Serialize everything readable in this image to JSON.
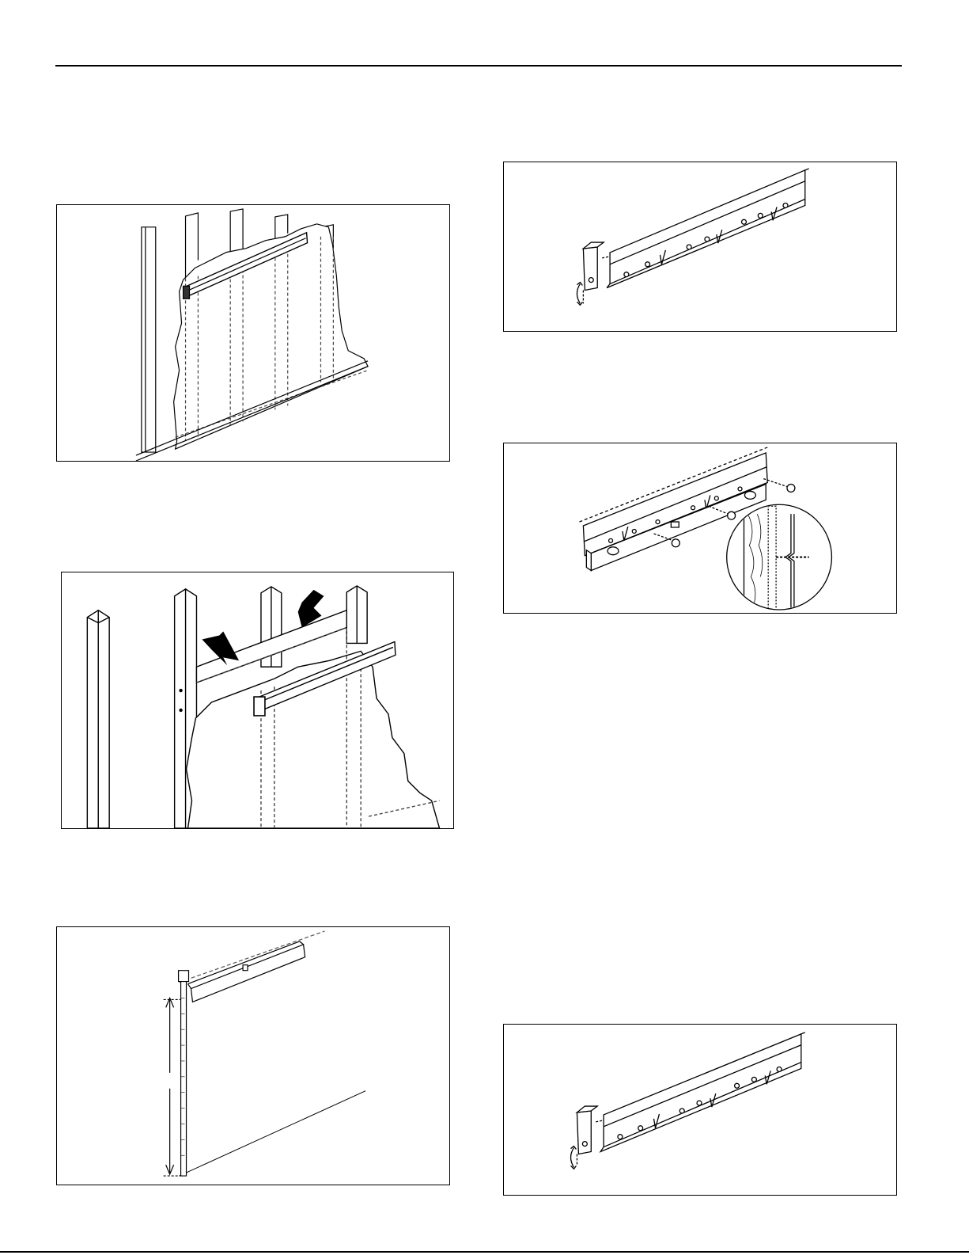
{
  "page": {
    "figures": [
      {
        "id": "fig-studs-rail",
        "icon": "wall-studs-with-mounting-rail"
      },
      {
        "id": "fig-blocking",
        "icon": "wall-blocking-with-arrows-and-rail"
      },
      {
        "id": "fig-height-measure",
        "icon": "level-and-tape-measure-height"
      },
      {
        "id": "fig-rail-bracket-top",
        "icon": "rail-end-bracket-fold"
      },
      {
        "id": "fig-rail-screws",
        "icon": "rail-level-screws-detail"
      },
      {
        "id": "fig-rail-bracket-bottom",
        "icon": "rail-end-bracket-fold"
      }
    ]
  }
}
